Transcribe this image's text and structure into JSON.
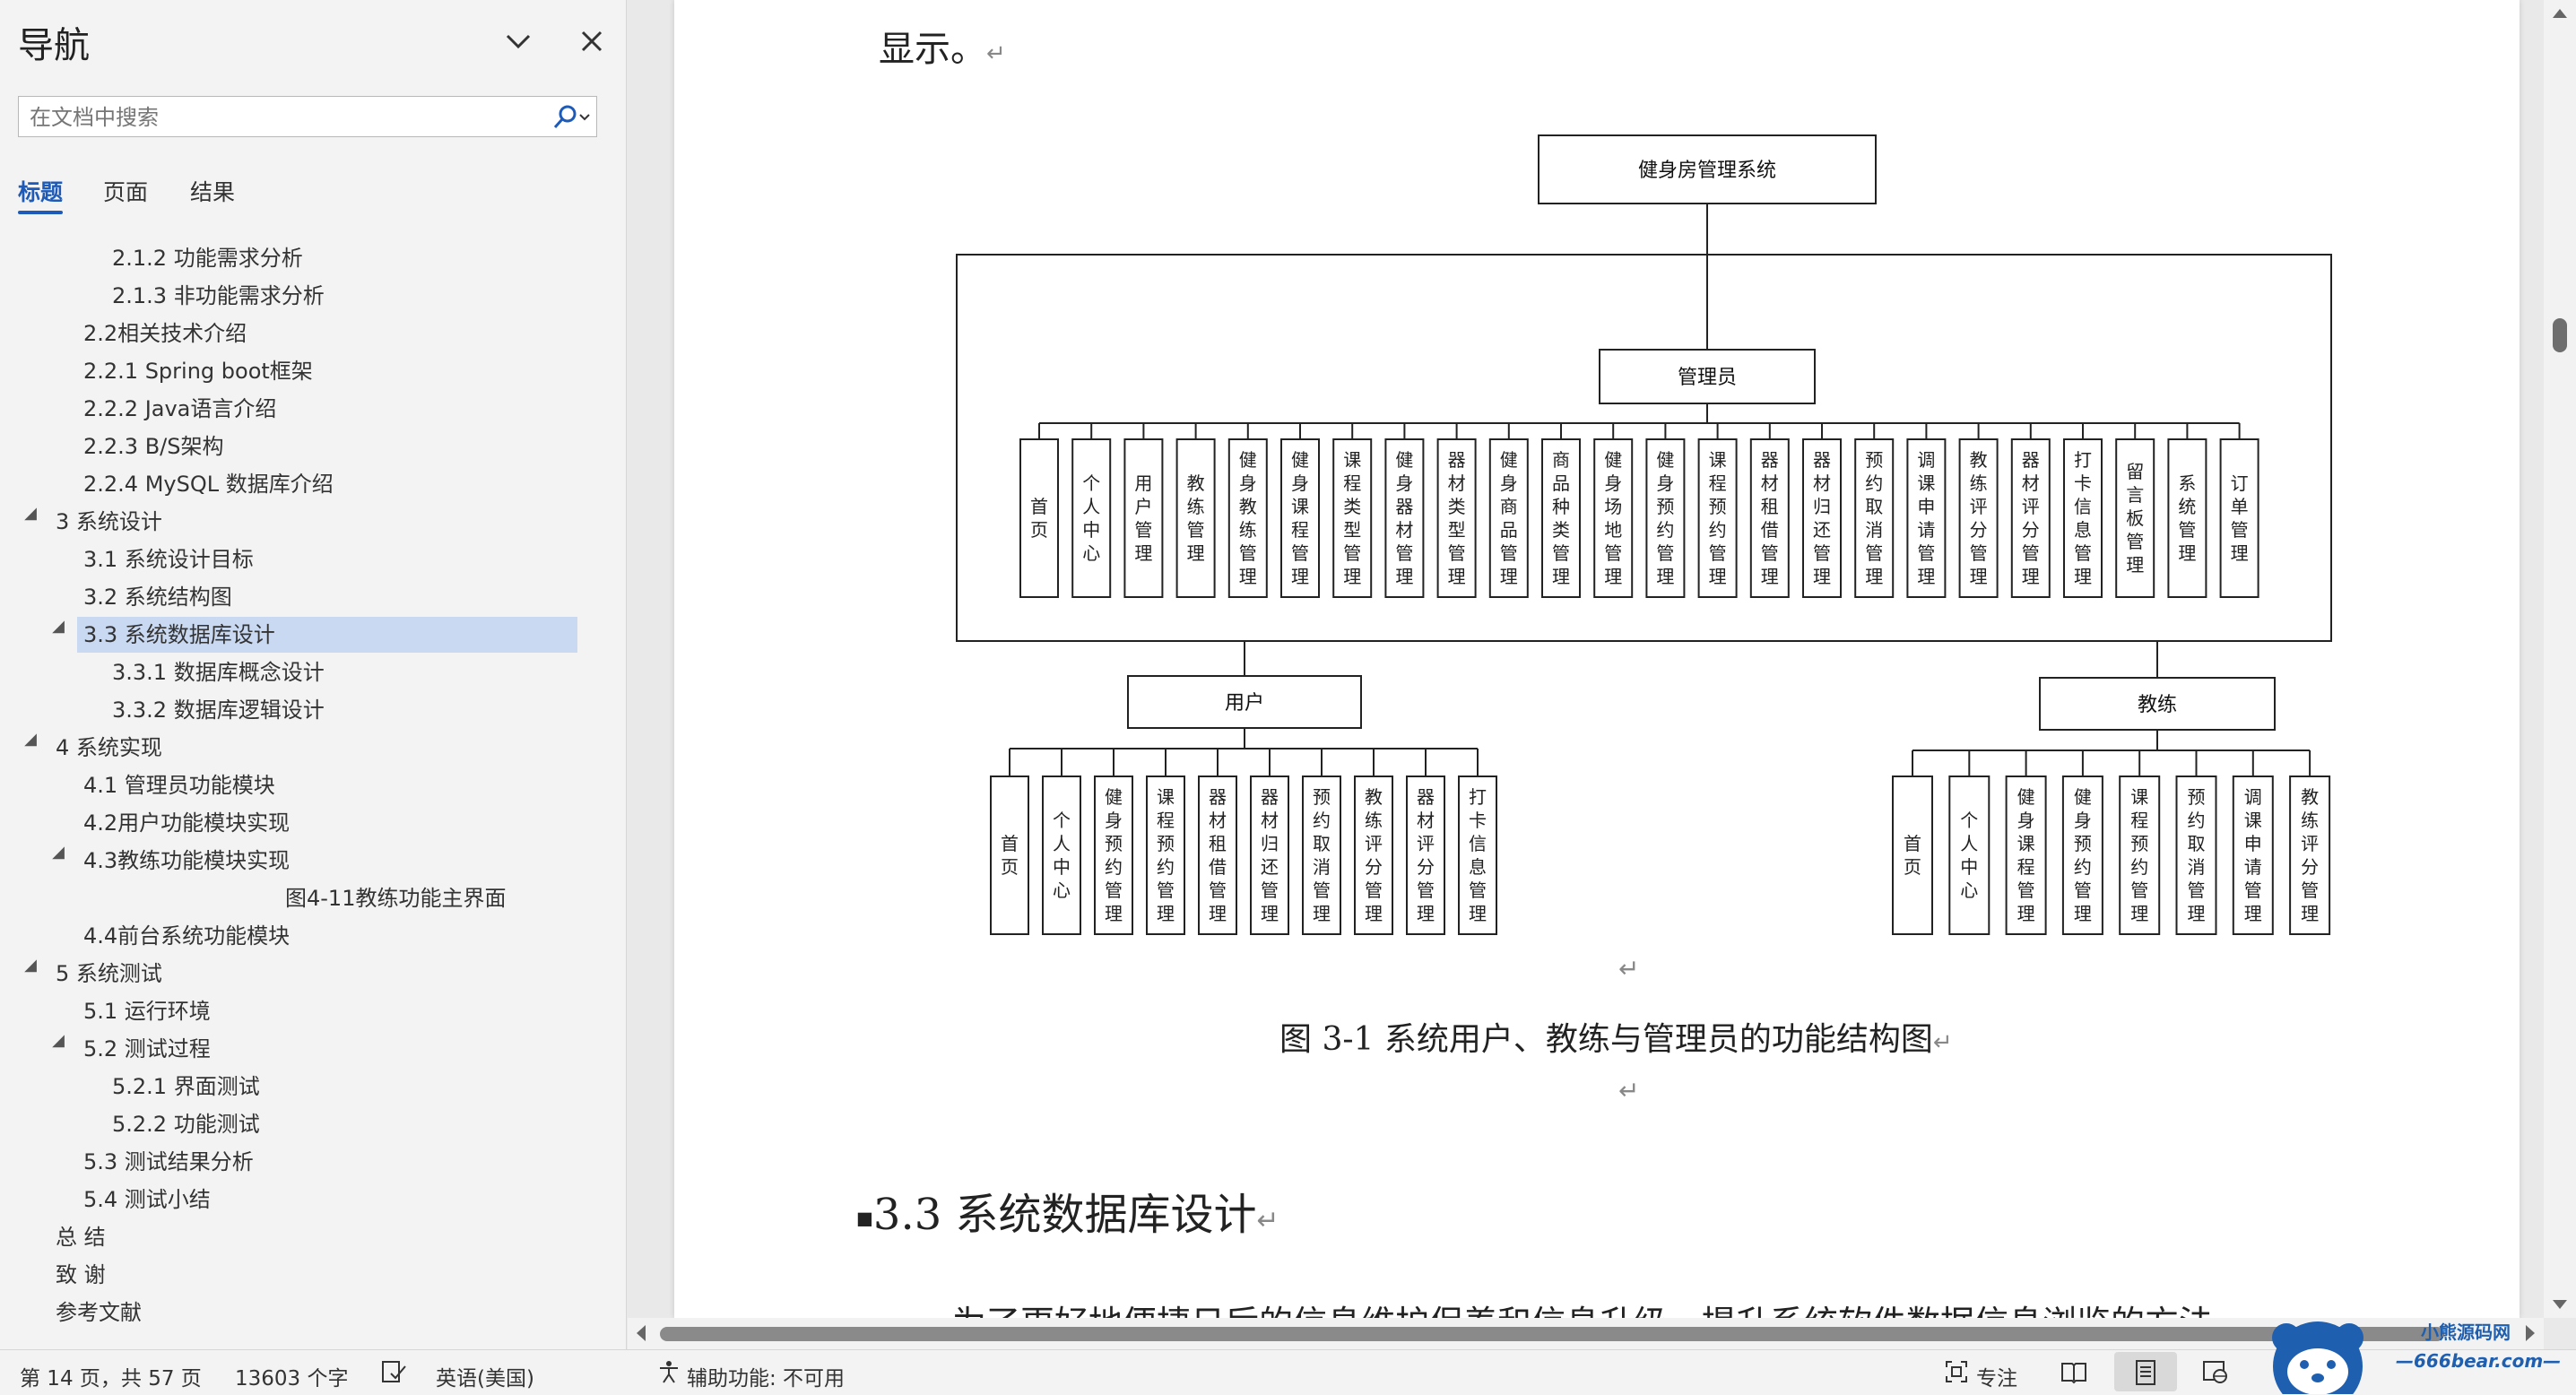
{
  "nav": {
    "title": "导航",
    "search_placeholder": "在文档中搜索",
    "tabs": [
      "标题",
      "页面",
      "结果"
    ],
    "tree": [
      {
        "label": "2.1.2 功能需求分析",
        "level": 3
      },
      {
        "label": "2.1.3 非功能需求分析",
        "level": 3
      },
      {
        "label": "2.2相关技术介绍",
        "level": 2
      },
      {
        "label": "2.2.1 Spring boot框架",
        "level": 2
      },
      {
        "label": "2.2.2 Java语言介绍",
        "level": 2
      },
      {
        "label": "2.2.3 B/S架构",
        "level": 2
      },
      {
        "label": "2.2.4 MySQL 数据库介绍",
        "level": 2
      },
      {
        "label": "3 系统设计",
        "level": 1,
        "expanded": true
      },
      {
        "label": "3.1 系统设计目标",
        "level": 2
      },
      {
        "label": "3.2 系统结构图",
        "level": 2
      },
      {
        "label": "3.3 系统数据库设计",
        "level": 2,
        "expanded": true,
        "selected": true
      },
      {
        "label": "3.3.1 数据库概念设计",
        "level": 3
      },
      {
        "label": "3.3.2 数据库逻辑设计",
        "level": 3
      },
      {
        "label": "4 系统实现",
        "level": 1,
        "expanded": true
      },
      {
        "label": "4.1 管理员功能模块",
        "level": 2
      },
      {
        "label": "4.2用户功能模块实现",
        "level": 2
      },
      {
        "label": "4.3教练功能模块实现",
        "level": 2,
        "expanded": true
      },
      {
        "label": "图4-11教练功能主界面",
        "level": 4
      },
      {
        "label": "4.4前台系统功能模块",
        "level": 2
      },
      {
        "label": "5 系统测试",
        "level": 1,
        "expanded": true
      },
      {
        "label": "5.1 运行环境",
        "level": 2
      },
      {
        "label": "5.2 测试过程",
        "level": 2,
        "expanded": true
      },
      {
        "label": "5.2.1 界面测试",
        "level": 3
      },
      {
        "label": "5.2.2 功能测试",
        "level": 3
      },
      {
        "label": "5.3 测试结果分析",
        "level": 2
      },
      {
        "label": "5.4 测试小结",
        "level": 2
      },
      {
        "label": "总 结",
        "level": 1
      },
      {
        "label": "致 谢",
        "level": 1
      },
      {
        "label": "参考文献",
        "level": 1
      }
    ]
  },
  "doc": {
    "top_text": "显示。",
    "para_mark": "↵",
    "chart": {
      "root": "健身房管理系统",
      "admin": {
        "label": "管理员",
        "items": [
          "首页",
          "个人中心",
          "用户管理",
          "教练管理",
          "健身教练管理",
          "健身课程管理",
          "课程类型管理",
          "健身器材管理",
          "器材类型管理",
          "健身商品管理",
          "商品种类管理",
          "健身场地管理",
          "健身预约管理",
          "课程预约管理",
          "器材租借管理",
          "器材归还管理",
          "预约取消管理",
          "调课申请管理",
          "教练评分管理",
          "器材评分管理",
          "打卡信息管理",
          "留言板管理",
          "系统管理",
          "订单管理"
        ]
      },
      "user": {
        "label": "用户",
        "items": [
          "首页",
          "个人中心",
          "健身预约管理",
          "课程预约管理",
          "器材租借管理",
          "器材归还管理",
          "预约取消管理",
          "教练评分管理",
          "器材评分管理",
          "打卡信息管理"
        ]
      },
      "coach": {
        "label": "教练",
        "items": [
          "首页",
          "个人中心",
          "健身课程管理",
          "健身预约管理",
          "课程预约管理",
          "预约取消管理",
          "调课申请管理",
          "教练评分管理"
        ]
      }
    },
    "caption": "图 3-1 系统用户、教练与管理员的功能结构图",
    "heading": "3.3 系统数据库设计",
    "body_partial": "为了更好地便捷日后的信息维护保养和信息升级，提升系统软件数据信息浏览的方法"
  },
  "status": {
    "page": "第 14 页，共 57 页",
    "words": "13603 个字",
    "language": "英语(美国)",
    "accessibility": "辅助功能: 不可用",
    "focus": "专注"
  },
  "watermark": {
    "name": "小熊源码网",
    "url": "—666bear.com—"
  }
}
